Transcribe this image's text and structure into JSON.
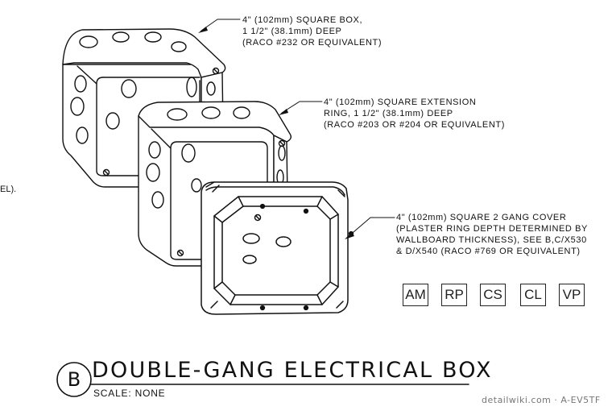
{
  "notes": {
    "box": [
      "4\" (102mm) SQUARE BOX,",
      "1 1/2\" (38.1mm) DEEP",
      "(RACO #232 OR EQUIVALENT)"
    ],
    "extension": [
      "4\" (102mm) SQUARE EXTENSION",
      "RING, 1 1/2\" (38.1mm) DEEP",
      "(RACO #203 OR #204 OR EQUIVALENT)"
    ],
    "cover": [
      "4\" (102mm) SQUARE 2 GANG COVER",
      "(PLASTER RING DEPTH DETERMINED BY",
      "WALLBOARD THICKNESS), SEE B,C/X530",
      "& D/X540 (RACO #769 OR EQUIVALENT)"
    ]
  },
  "left_fragment": "EL).",
  "tags": [
    "AM",
    "RP",
    "CS",
    "CL",
    "VP"
  ],
  "detail": {
    "letter": "B",
    "title": "DOUBLE-GANG ELECTRICAL BOX",
    "scale": "SCALE: NONE"
  },
  "credit": "detailwiki.com · A-EV5TF"
}
